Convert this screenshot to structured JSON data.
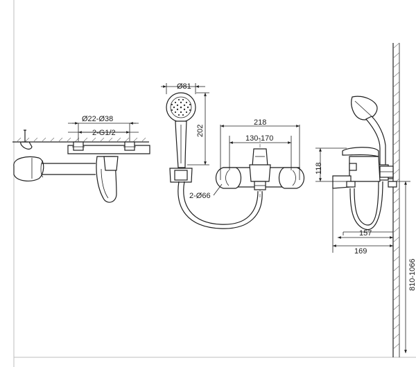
{
  "left_view": {
    "dim_diameter": "Ø22-Ø38",
    "dim_thread": "2-G1/2"
  },
  "front_view": {
    "dim_head_diameter": "Ø81",
    "dim_head_height": "202",
    "dim_total_width": "218",
    "dim_center_distance": "130-170",
    "dim_flange_diameter": "2-Ø66"
  },
  "side_view": {
    "dim_height": "118",
    "dim_depth_a": "157",
    "dim_depth_b": "169",
    "dim_install_height": "810-1066"
  }
}
